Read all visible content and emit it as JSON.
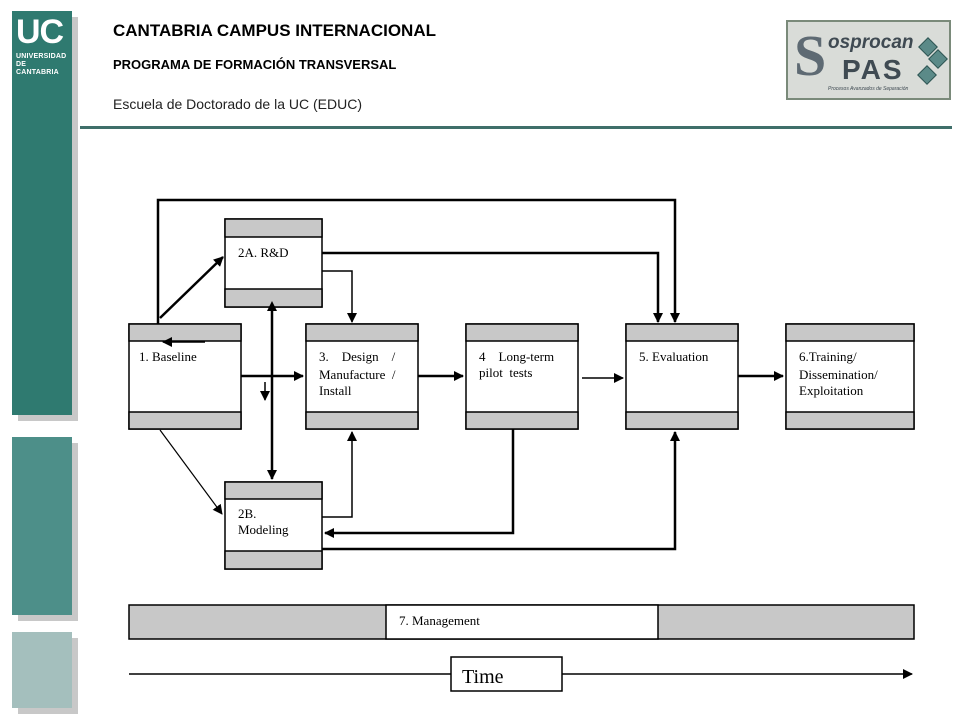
{
  "header": {
    "title": "CANTABRIA CAMPUS INTERNACIONAL",
    "program": "PROGRAMA DE FORMACIÓN  TRANSVERSAL",
    "school": "Escuela de Doctorado de la UC (EDUC)"
  },
  "left_logo": {
    "letters": "UC",
    "line1": "UNIVERSIDAD",
    "line2": "DE CANTABRIA"
  },
  "right_logo": {
    "top_word": "osprocan",
    "big_letter": "S",
    "word": "PAS",
    "subtitle": "Procesos Avanzados de Separación"
  },
  "colors": {
    "teal_dark": "#2f7a70",
    "teal_mid": "#4d8f89",
    "teal_light": "#a4bfbd",
    "box_band": "#c8c8c8",
    "rule": "#3f6f6a"
  },
  "diagram": {
    "boxes": {
      "rd": [
        "2A. R&D"
      ],
      "modeling": [
        "2B.",
        "Modeling"
      ],
      "baseline": [
        "1. Baseline"
      ],
      "design": [
        "3.    Design    /",
        "Manufacture  /",
        "Install"
      ],
      "longterm": [
        "4    Long-term",
        "pilot  tests"
      ],
      "evaluation": [
        "5. Evaluation"
      ],
      "training": [
        "6.Training/",
        "Dissemination/",
        "Exploitation"
      ]
    },
    "management": "7. Management",
    "time": "Time"
  }
}
